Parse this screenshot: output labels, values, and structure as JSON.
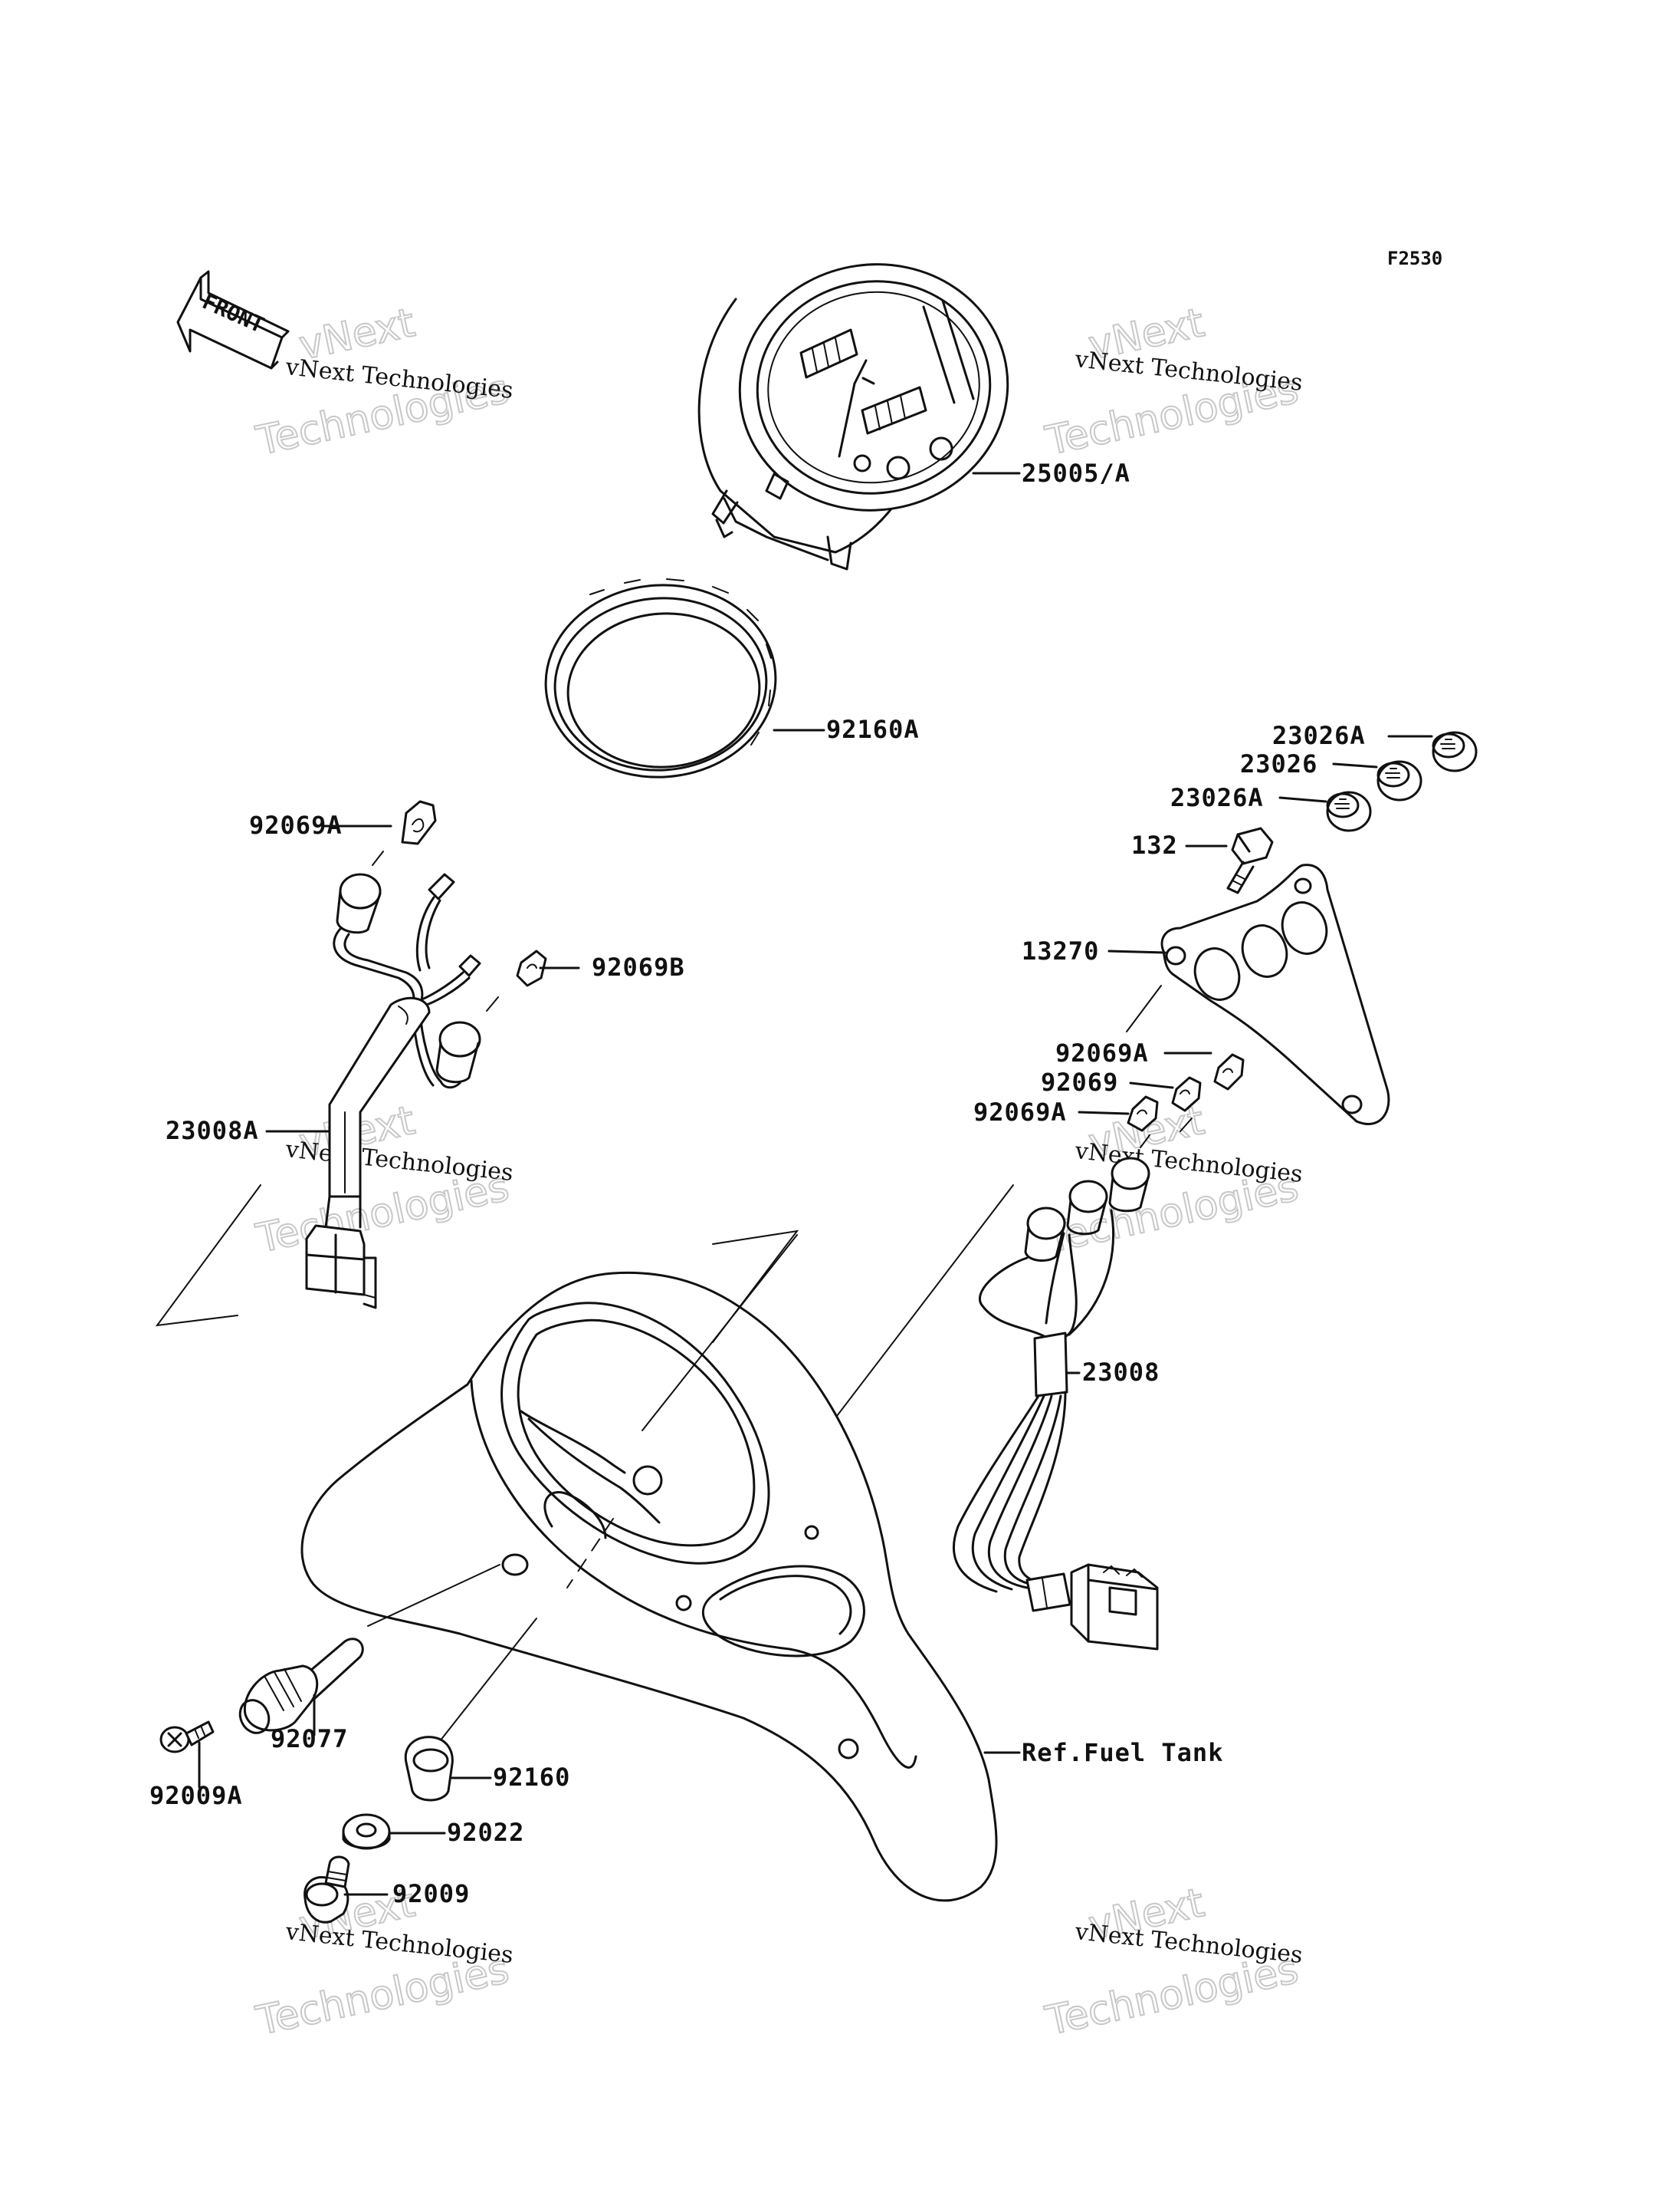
{
  "diagram": {
    "code": "F2530",
    "front_label": "FRONT",
    "parts": [
      {
        "id": "p25005",
        "label": "25005/A"
      },
      {
        "id": "p92160A",
        "label": "92160A"
      },
      {
        "id": "p23026A_top",
        "label": "23026A"
      },
      {
        "id": "p23026",
        "label": "23026"
      },
      {
        "id": "p23026A_bot",
        "label": "23026A"
      },
      {
        "id": "p132",
        "label": "132"
      },
      {
        "id": "p13270",
        "label": "13270"
      },
      {
        "id": "p92069A_left",
        "label": "92069A"
      },
      {
        "id": "p92069B",
        "label": "92069B"
      },
      {
        "id": "p23008A",
        "label": "23008A"
      },
      {
        "id": "p92069A_r1",
        "label": "92069A"
      },
      {
        "id": "p92069",
        "label": "92069"
      },
      {
        "id": "p92069A_r2",
        "label": "92069A"
      },
      {
        "id": "p23008",
        "label": "23008"
      },
      {
        "id": "pRefFuel",
        "label": "Ref.Fuel Tank"
      },
      {
        "id": "p92077",
        "label": "92077"
      },
      {
        "id": "p92009A",
        "label": "92009A"
      },
      {
        "id": "p92160",
        "label": "92160"
      },
      {
        "id": "p92022",
        "label": "92022"
      },
      {
        "id": "p92009",
        "label": "92009"
      }
    ],
    "watermark": {
      "line1": "vNext",
      "line2": "vNext Technologies",
      "line3": "Technologies"
    }
  }
}
